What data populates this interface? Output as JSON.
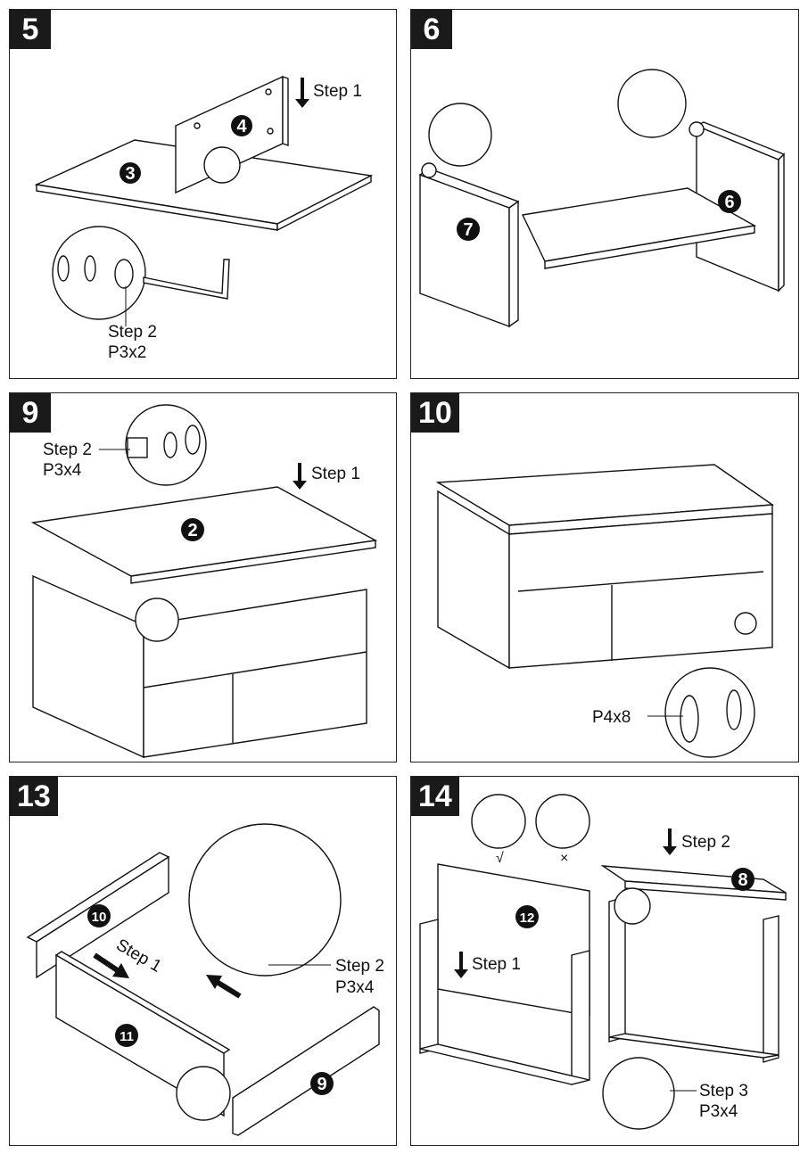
{
  "panels": [
    {
      "id": "5",
      "step_labels": [
        "Step 1",
        "Step 2"
      ],
      "hardware": [
        "P3x2"
      ],
      "parts": [
        "3",
        "4"
      ]
    },
    {
      "id": "6",
      "parts": [
        "7",
        "6"
      ]
    },
    {
      "id": "9",
      "step_labels": [
        "Step 1",
        "Step 2"
      ],
      "hardware": [
        "P3x4"
      ],
      "parts": [
        "2"
      ]
    },
    {
      "id": "10",
      "hardware": [
        "P4x8"
      ]
    },
    {
      "id": "13",
      "step_labels": [
        "Step 1",
        "Step 2"
      ],
      "hardware": [
        "P3x4"
      ],
      "parts": [
        "10",
        "11",
        "9"
      ]
    },
    {
      "id": "14",
      "step_labels": [
        "Step 1",
        "Step 2",
        "Step 3"
      ],
      "hardware": [
        "P3x4"
      ],
      "parts": [
        "12",
        "8"
      ],
      "marks": [
        "√",
        "×"
      ]
    }
  ]
}
